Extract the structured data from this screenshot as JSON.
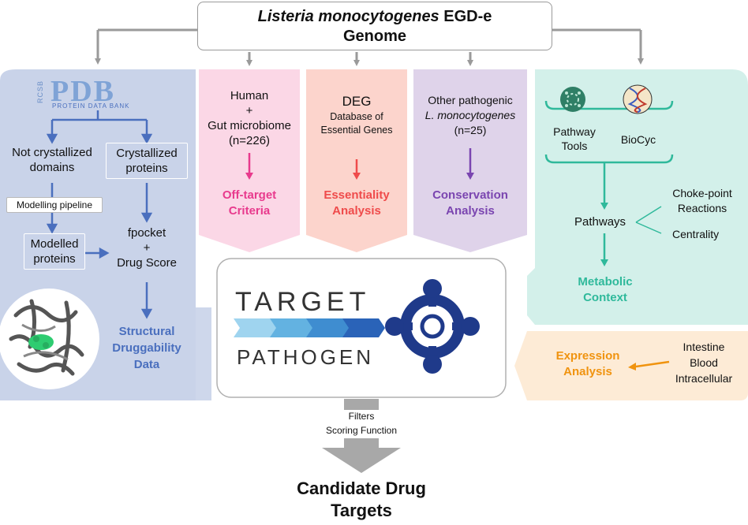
{
  "colors": {
    "blue_panel": "#c9d3e9",
    "blue_text": "#4a6fbe",
    "pink_panel": "#fbd7e6",
    "pink_text": "#e83a8d",
    "salmon_panel": "#fcd4cc",
    "red_text": "#ef4b4b",
    "lavender_panel": "#dfd3ea",
    "purple_text": "#7a45b0",
    "teal_panel": "#d3f0ea",
    "teal_text": "#2fb99b",
    "peach_panel": "#fdebd6",
    "orange_text": "#f0930f",
    "gray_arrow": "#9a9a9a"
  },
  "genome": {
    "species": "Listeria monocytogenes",
    "strain": "EGD-e",
    "line2": "Genome"
  },
  "pdb": {
    "logo_prefix": "RCSB",
    "logo_main": "PDB",
    "logo_sub": "PROTEIN DATA BANK",
    "not_crystallized": [
      "Not crystallized",
      "domains"
    ],
    "crystallized": [
      "Crystallized",
      "proteins"
    ],
    "modelling_pipeline": "Modelling pipeline",
    "modelled": [
      "Modelled",
      "proteins"
    ],
    "fpocket": [
      "fpocket",
      "+",
      "Drug Score"
    ],
    "result": [
      "Structural",
      "Druggability",
      "Data"
    ]
  },
  "offtarget": {
    "lines": [
      "Human",
      "+",
      "Gut microbiome",
      "(n=226)"
    ],
    "result": [
      "Off-target",
      "Criteria"
    ]
  },
  "essentiality": {
    "title": "DEG",
    "lines": [
      "Database of",
      "Essential Genes"
    ],
    "result": [
      "Essentiality",
      "Analysis"
    ]
  },
  "conservation": {
    "line1": "Other pathogenic",
    "line2": "L. monocytogenes",
    "line3": "(n=25)",
    "result": [
      "Conservation",
      "Analysis"
    ]
  },
  "metabolic": {
    "pathway_tools": [
      "Pathway",
      "Tools"
    ],
    "biocyc": "BioCyc",
    "pathways": "Pathways",
    "chokepoint": [
      "Choke-point",
      "Reactions"
    ],
    "centrality": "Centrality",
    "result": [
      "Metabolic",
      "Context"
    ]
  },
  "expression": {
    "result": [
      "Expression",
      "Analysis"
    ],
    "conditions": [
      "Intestine",
      "Blood",
      "Intracellular"
    ]
  },
  "center_logo": {
    "word1": "TARGET",
    "word2": "PATHOGEN"
  },
  "bottom": {
    "filters": "Filters",
    "scoring": "Scoring Function",
    "result": [
      "Candidate Drug",
      "Targets"
    ]
  }
}
